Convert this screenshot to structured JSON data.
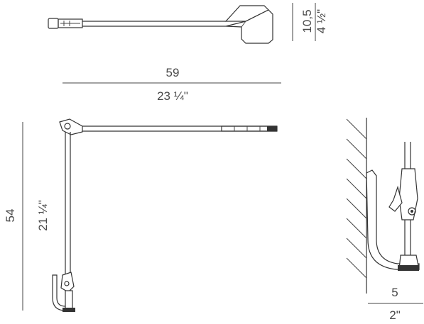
{
  "dimensions": {
    "shade_height_cm": "10,5",
    "shade_height_in": "4 ½\"",
    "arm_length_cm": "59",
    "arm_length_in": "23 ¼\"",
    "total_height_cm": "54",
    "total_height_in": "21 ¼\"",
    "wall_offset_cm": "5",
    "wall_offset_in": "2\""
  }
}
